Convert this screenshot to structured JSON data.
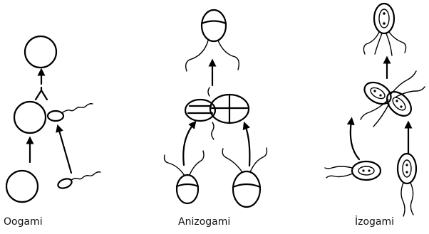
{
  "figure": {
    "panels": [
      {
        "id": "oogami",
        "label": "Oogami"
      },
      {
        "id": "anizogami",
        "label": "Anizogami"
      },
      {
        "id": "izogami",
        "label": "İzogami"
      }
    ]
  }
}
